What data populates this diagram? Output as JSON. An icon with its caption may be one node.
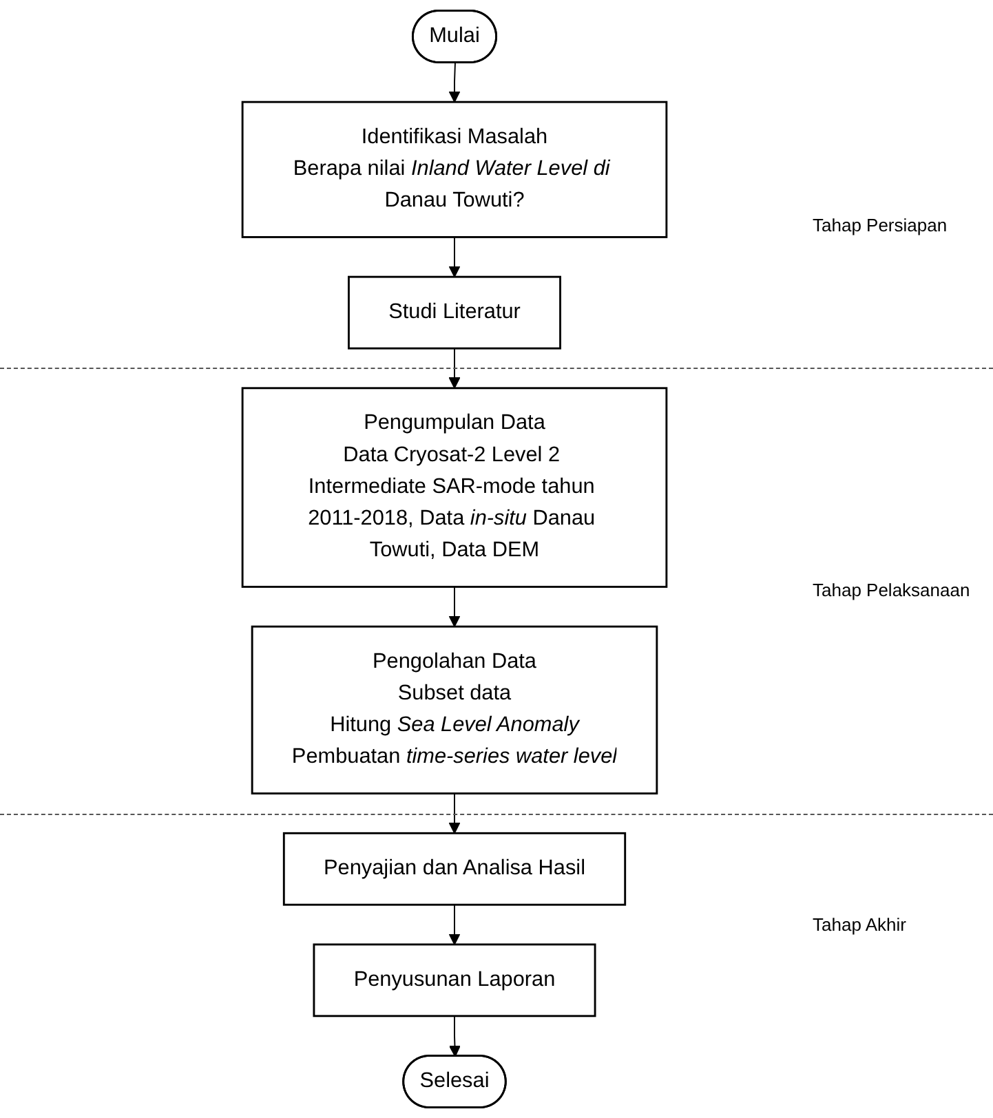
{
  "diagram": {
    "nodes": [
      {
        "text": [
          "Mulai"
        ]
      },
      {
        "text": [
          "Identifikasi Masalah",
          "Berapa nilai *Inland Water Level di* Danau Towuti?"
        ]
      },
      {
        "text": [
          "Studi Literatur"
        ]
      },
      {
        "text": [
          "Pengumpulan Data",
          "Data Cryosat-2 Level 2 Intermediate SAR-mode tahun 2011-2018, Data *in-situ* Danau Towuti, Data DEM"
        ]
      },
      {
        "text": [
          "Pengolahan Data",
          "Subset data",
          "Hitung *Sea Level Anomaly*",
          "Pembuatan *time-series water level*"
        ]
      },
      {
        "text": [
          "Penyajian dan Analisa Hasil"
        ]
      },
      {
        "text": [
          "Penyusunan Laporan"
        ]
      },
      {
        "text": [
          "Selesai"
        ]
      }
    ],
    "edges": [
      {
        "from": 0,
        "to": 1,
        "arrow": "to"
      },
      {
        "from": 1,
        "to": 2,
        "arrow": "to"
      },
      {
        "from": 2,
        "to": 3,
        "arrow": "to"
      },
      {
        "from": 3,
        "to": 4,
        "arrow": "to"
      },
      {
        "from": 4,
        "to": 5,
        "arrow": "to"
      },
      {
        "from": 5,
        "to": 6,
        "arrow": "to"
      },
      {
        "from": 6,
        "to": 7,
        "arrow": "to"
      }
    ],
    "labels": [
      "Tahap Persiapan",
      "Tahap Pelaksanaan",
      "Tahap Akhir"
    ]
  }
}
